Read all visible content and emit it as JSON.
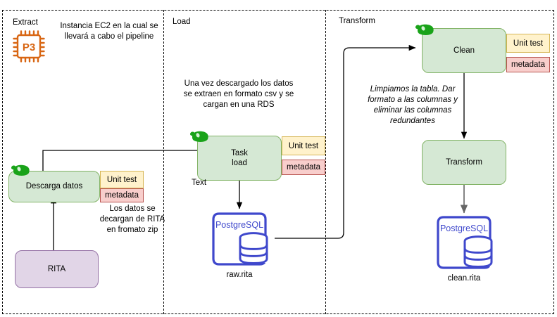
{
  "diagram": {
    "title": "ETL pipeline diagram",
    "lanes": [
      {
        "id": "extract",
        "label": "Extract"
      },
      {
        "id": "load",
        "label": "Load"
      },
      {
        "id": "transform",
        "label": "Transform"
      }
    ],
    "colors": {
      "green_fill": "#d5e8d4",
      "green_stroke": "#82b366",
      "purple_fill": "#e1d5e7",
      "purple_stroke": "#9673a6",
      "unit_test_fill": "#fff2cc",
      "unit_test_stroke": "#d6b656",
      "metadata_fill": "#f8cecc",
      "metadata_stroke": "#b85450",
      "postgres_blue": "#3f48cc",
      "ec2_orange": "#d86613",
      "leaf_green": "#19a319",
      "edge_black": "#000000",
      "edge_gray": "#666666"
    },
    "nodes": [
      {
        "id": "descarga-datos",
        "label": "Descarga datos",
        "type": "green-task",
        "has_leaf": true
      },
      {
        "id": "rita",
        "label": "RITA",
        "type": "purple-source"
      },
      {
        "id": "task-load",
        "label": "Task\nload",
        "label_line1": "Task",
        "label_line2": "load",
        "type": "green-task",
        "has_leaf": true
      },
      {
        "id": "clean",
        "label": "Clean",
        "type": "green-task",
        "has_leaf": true
      },
      {
        "id": "transform",
        "label": "Transform",
        "type": "green-task",
        "has_leaf": false
      }
    ],
    "side_boxes": {
      "unit_test": "Unit test",
      "metadata": "metadata"
    },
    "databases": [
      {
        "id": "raw-db",
        "engine": "PostgreSQL",
        "caption": "raw.rita"
      },
      {
        "id": "clean-db",
        "engine": "PostgreSQL",
        "caption": "clean.rita"
      }
    ],
    "icons": {
      "ec2_label": "P3",
      "ec2_name": "ec2-chip-icon",
      "leaf_name": "leaf-icon",
      "db_cylinder_name": "database-cylinder-icon"
    },
    "notes": [
      {
        "id": "note-ec2",
        "text": "Instancia EC2 en la cual se llevará a cabo el pipeline",
        "italic": false
      },
      {
        "id": "note-load",
        "text": "Una vez descargado los datos se extraen en formato csv y se cargan en una RDS",
        "italic": false
      },
      {
        "id": "note-rita",
        "text": "Los datos se decargan de RITA en fromato zip",
        "italic": false
      },
      {
        "id": "note-transform",
        "text": "Limpiamos la tabla. Dar formato a las columnas y eliminar las columnas redundantes",
        "italic": true
      }
    ],
    "labels": {
      "text_marker": "Text"
    }
  }
}
